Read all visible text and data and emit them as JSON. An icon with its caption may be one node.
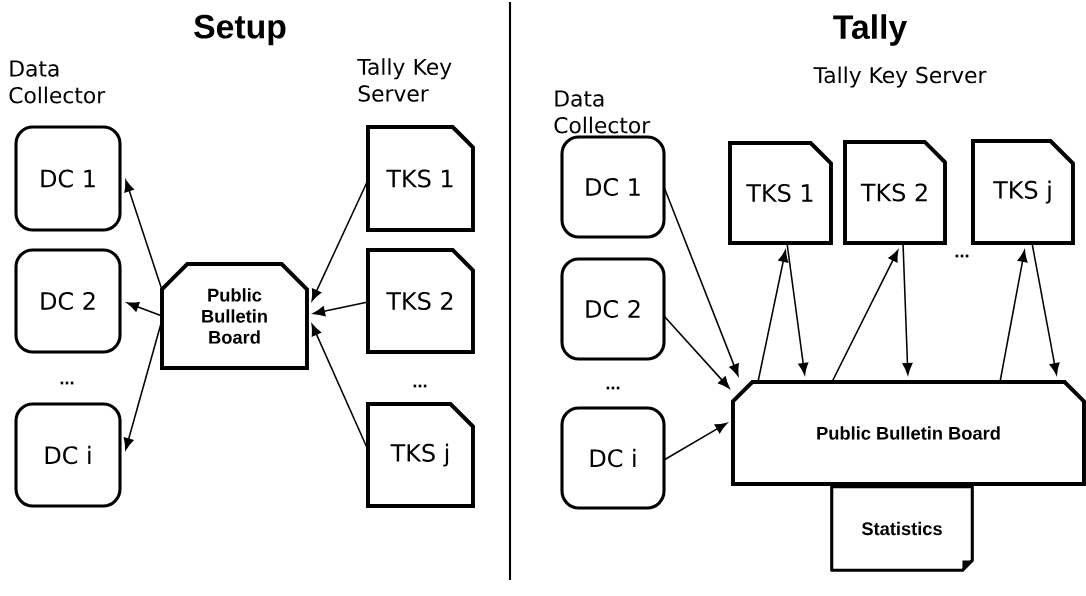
{
  "diagram": {
    "nodes": [
      {
        "text": [
          "DC 1"
        ]
      },
      {
        "text": [
          "DC 2"
        ]
      },
      {
        "text": [
          "DC i"
        ]
      },
      {
        "text": [
          "Public Bulletin Board"
        ]
      },
      {
        "text": [
          "TKS 1"
        ]
      },
      {
        "text": [
          "TKS 2"
        ]
      },
      {
        "text": [
          "TKS j"
        ]
      },
      {
        "text": [
          "DC 1"
        ]
      },
      {
        "text": [
          "DC 2"
        ]
      },
      {
        "text": [
          "DC i"
        ]
      },
      {
        "text": [
          "TKS 1"
        ]
      },
      {
        "text": [
          "TKS 2"
        ]
      },
      {
        "text": [
          "TKS j"
        ]
      },
      {
        "text": [
          "Public Bulletin Board"
        ]
      },
      {
        "text": [
          "Statistics"
        ]
      }
    ],
    "edges": [
      {
        "from": 3,
        "to": 0,
        "arrow": "to"
      },
      {
        "from": 3,
        "to": 1,
        "arrow": "to"
      },
      {
        "from": 3,
        "to": 2,
        "arrow": "to"
      },
      {
        "from": 4,
        "to": 3,
        "arrow": "to"
      },
      {
        "from": 5,
        "to": 3,
        "arrow": "to"
      },
      {
        "from": 6,
        "to": 3,
        "arrow": "to"
      },
      {
        "from": 7,
        "to": 13,
        "arrow": "to"
      },
      {
        "from": 8,
        "to": 13,
        "arrow": "to"
      },
      {
        "from": 9,
        "to": 13,
        "arrow": "to"
      },
      {
        "from": 13,
        "to": 10,
        "arrow": "to"
      },
      {
        "from": 10,
        "to": 13,
        "arrow": "to"
      },
      {
        "from": 13,
        "to": 11,
        "arrow": "to"
      },
      {
        "from": 11,
        "to": 13,
        "arrow": "to"
      },
      {
        "from": 13,
        "to": 12,
        "arrow": "to"
      },
      {
        "from": 12,
        "to": 13,
        "arrow": "to"
      }
    ],
    "labels": [
      "Setup",
      "Data Collector",
      "Tally Key Server",
      "...",
      "...",
      "Tally",
      "Data Collector",
      "Tally Key Server",
      "...",
      "..."
    ]
  }
}
